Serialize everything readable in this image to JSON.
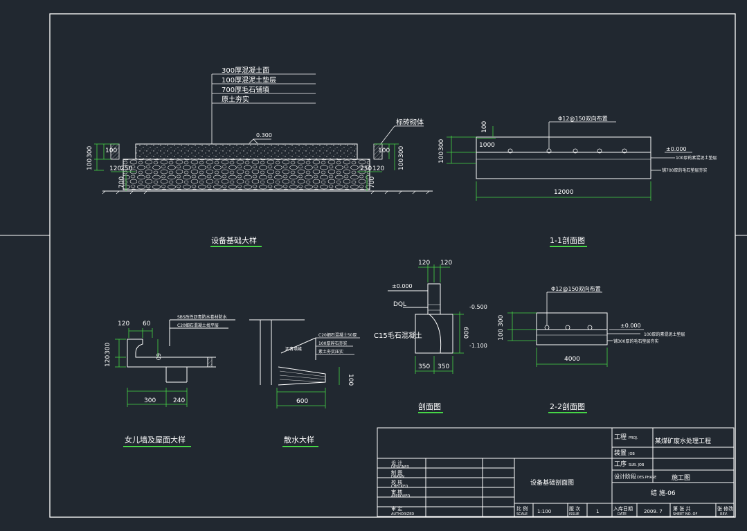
{
  "colors": {
    "background": "#212830",
    "lines": "#ffffff",
    "dims": "#46d646",
    "hatch": "#d7d7d7"
  },
  "foundation_detail": {
    "title": "设备基础大样",
    "layers": [
      "300厚混凝土面",
      "100厚混泥土垫层",
      "700厚毛石铺填",
      "原土夯实"
    ],
    "elevation": "0.300",
    "brick_label": "标砖砌体",
    "dims": {
      "d100_left": "100",
      "d300_left": "300",
      "d100_left_low": "100",
      "d120_left": "120",
      "d250_left": "250",
      "d700_left": "700",
      "d100_right": "100",
      "d300_right": "300",
      "d100_right_low": "100",
      "d250_right": "250",
      "d120_right": "120",
      "d700_right": "700"
    }
  },
  "section_1_1": {
    "title": "1-1剖面图",
    "rebar": "Φ12@150双向布置",
    "elev": "±0.000",
    "note_1": "100厚的素混泥土垫层",
    "note_2": "铺700厚的毛石垫层夯实",
    "dims": {
      "d100_top": "100",
      "d1000": "1000",
      "d100_left": "100",
      "d300_left": "300",
      "d12000": "12000"
    }
  },
  "parapet_detail": {
    "title": "女儿墙及屋面大样",
    "note_1": "SBS改性沥青防水卷材防水",
    "note_2": "C20细石混凝土找平层",
    "dims": {
      "d120": "120",
      "d60": "60",
      "d60v": "60",
      "d120v": "120",
      "d300v": "300",
      "d300": "300",
      "d240": "240"
    }
  },
  "apron_detail": {
    "title": "散水大样",
    "slope": "沥青填缝",
    "note_1": "C20细石混凝土50厚",
    "note_2": "100厚碎石夯实",
    "note_3": "素土夯实压实",
    "dims": {
      "d600": "600",
      "d100": "100"
    }
  },
  "section_view": {
    "title": "剖面图",
    "elev": "±0.000",
    "dql": "DQL",
    "c15": "C15毛石混凝土",
    "elev_500": "-0.500",
    "elev_1100": "-1.100",
    "dims": {
      "d120a": "120",
      "d120b": "120",
      "d600": "600",
      "d350a": "350",
      "d350b": "350"
    }
  },
  "section_2_2": {
    "title": "2-2剖面图",
    "rebar": "Φ12@150双向布置",
    "elev": "±0.000",
    "note_1": "100厚的素混泥土垫层",
    "note_2": "铺300厚的毛石垫层夯实",
    "dims": {
      "d100": "100",
      "d300": "300",
      "d4000": "4000"
    }
  },
  "title_block": {
    "proj_label": "工程",
    "proj_en": "PROJ.",
    "proj_value": "某煤矿废水处理工程",
    "item_label": "装置",
    "item_en": "JOB",
    "sub_label": "工序",
    "sub_en": "SUB. JOB",
    "stage_label": "设计阶段",
    "stage_en": "DES.PHASE",
    "stage_value": "施工图",
    "roles": [
      {
        "cn": "设 计",
        "en": "DESIGNED"
      },
      {
        "cn": "制 图",
        "en": "DRAWN"
      },
      {
        "cn": "校 核",
        "en": "CHECKED"
      },
      {
        "cn": "审 核",
        "en": "APPROVED"
      },
      {
        "cn": "审 定",
        "en": "AUTHORIZED"
      }
    ],
    "drawing_title": "设备基础剖面图",
    "drawing_no": "结   施-06",
    "scale_label": "比 例",
    "scale_en": "SCALE",
    "scale_value": "1:100",
    "issue_label": "版 次",
    "issue_en": "ISSUE",
    "issue_value": "1",
    "date_label": "入库日期",
    "date_en": "DATE",
    "date_value": "2009. 7",
    "sheet_label": "第  张  共",
    "sheet_en": "SHEET NO.  OF",
    "rev_label": "张  修改",
    "rev_en": "REV."
  }
}
